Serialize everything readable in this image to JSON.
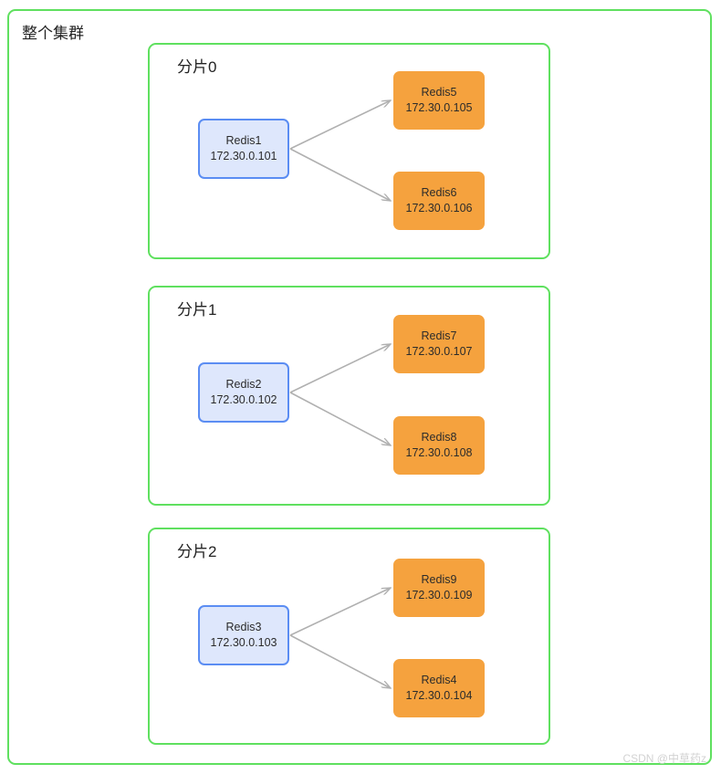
{
  "diagram": {
    "cluster_title": "整个集群",
    "border_color": "#5FE05F",
    "master_fill": "#DEE7FC",
    "master_border": "#5B8DF3",
    "replica_fill": "#F5A23E",
    "arrow_color": "#B0B0B0",
    "shards": [
      {
        "title": "分片0",
        "master": {
          "name": "Redis1",
          "ip": "172.30.0.101"
        },
        "replicas": [
          {
            "name": "Redis5",
            "ip": "172.30.0.105"
          },
          {
            "name": "Redis6",
            "ip": "172.30.0.106"
          }
        ]
      },
      {
        "title": "分片1",
        "master": {
          "name": "Redis2",
          "ip": "172.30.0.102"
        },
        "replicas": [
          {
            "name": "Redis7",
            "ip": "172.30.0.107"
          },
          {
            "name": "Redis8",
            "ip": "172.30.0.108"
          }
        ]
      },
      {
        "title": "分片2",
        "master": {
          "name": "Redis3",
          "ip": "172.30.0.103"
        },
        "replicas": [
          {
            "name": "Redis9",
            "ip": "172.30.0.109"
          },
          {
            "name": "Redis4",
            "ip": "172.30.0.104"
          }
        ]
      }
    ]
  },
  "watermark": "CSDN @中草药z"
}
